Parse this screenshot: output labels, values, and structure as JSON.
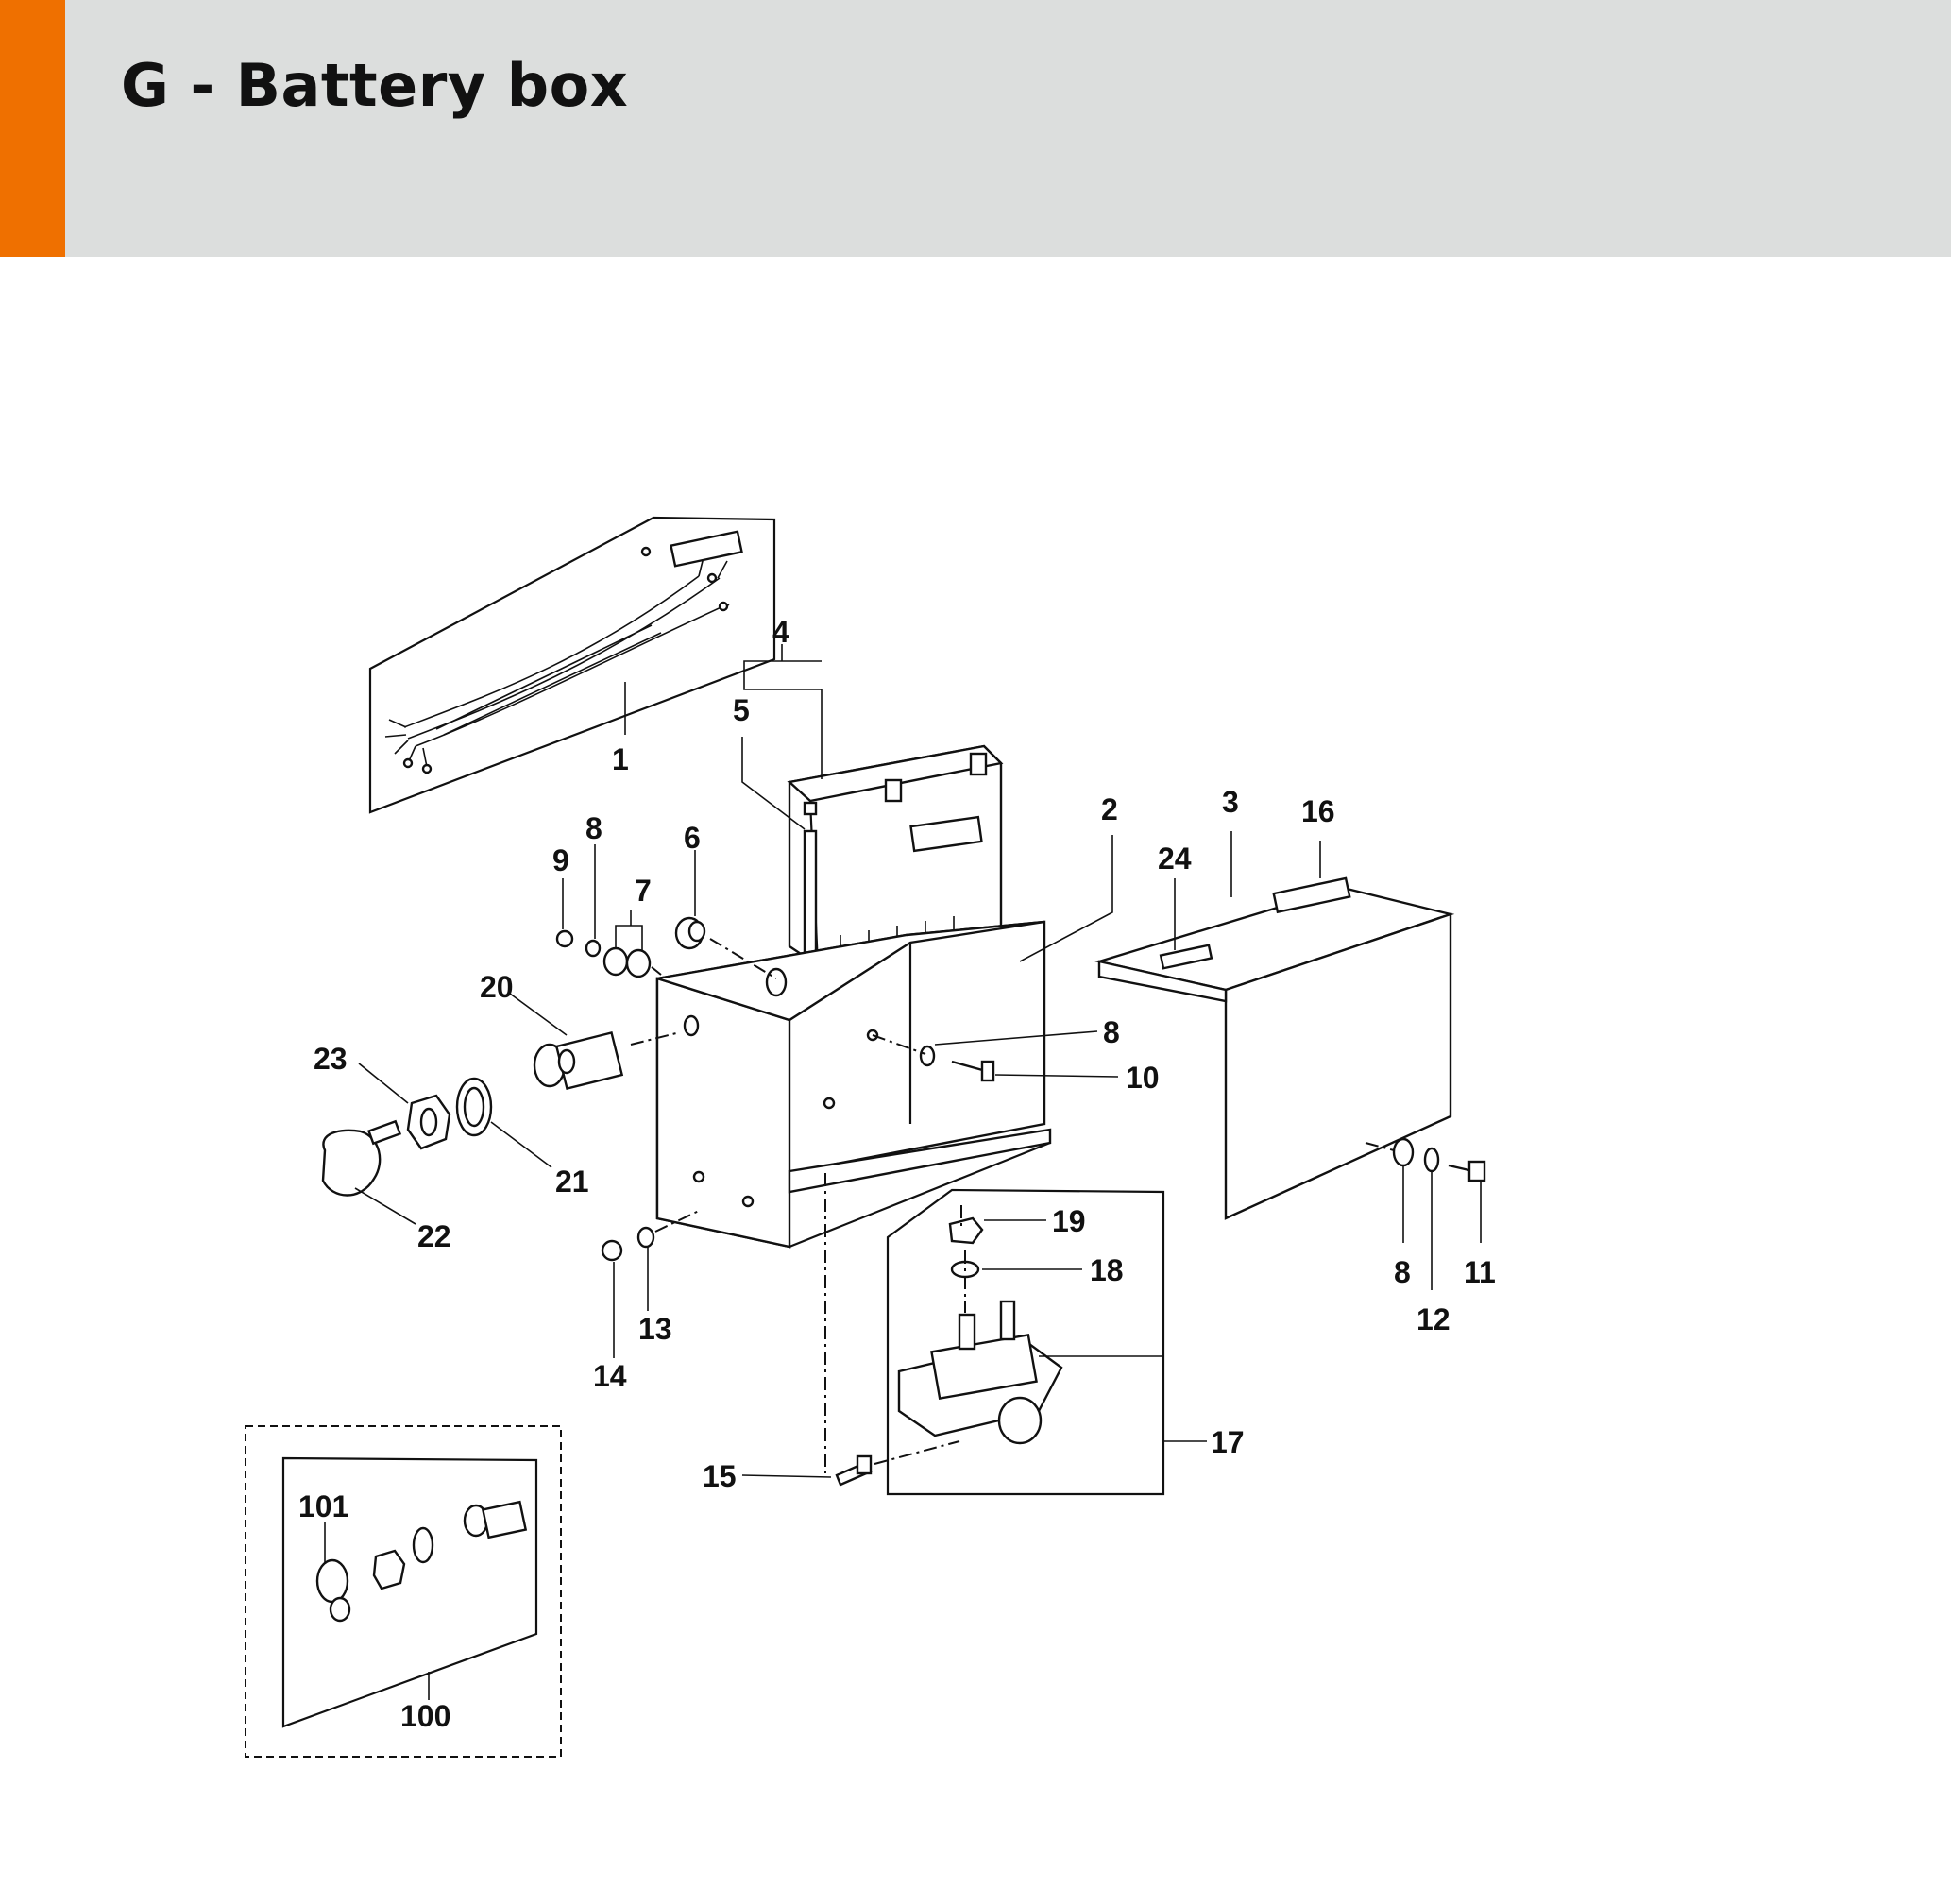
{
  "header": {
    "title": "G - Battery box",
    "accent_color": "#ef7000",
    "background_color": "#dcdedd"
  },
  "callouts": {
    "c1": "1",
    "c2": "2",
    "c3": "3",
    "c4": "4",
    "c5": "5",
    "c6": "6",
    "c7": "7",
    "c8a": "8",
    "c8b": "8",
    "c8c": "8",
    "c9": "9",
    "c10": "10",
    "c11": "11",
    "c12": "12",
    "c13": "13",
    "c14": "14",
    "c15": "15",
    "c16": "16",
    "c17": "17",
    "c18": "18",
    "c19": "19",
    "c20": "20",
    "c21": "21",
    "c22": "22",
    "c23": "23",
    "c24": "24",
    "c100": "100",
    "c101": "101"
  }
}
